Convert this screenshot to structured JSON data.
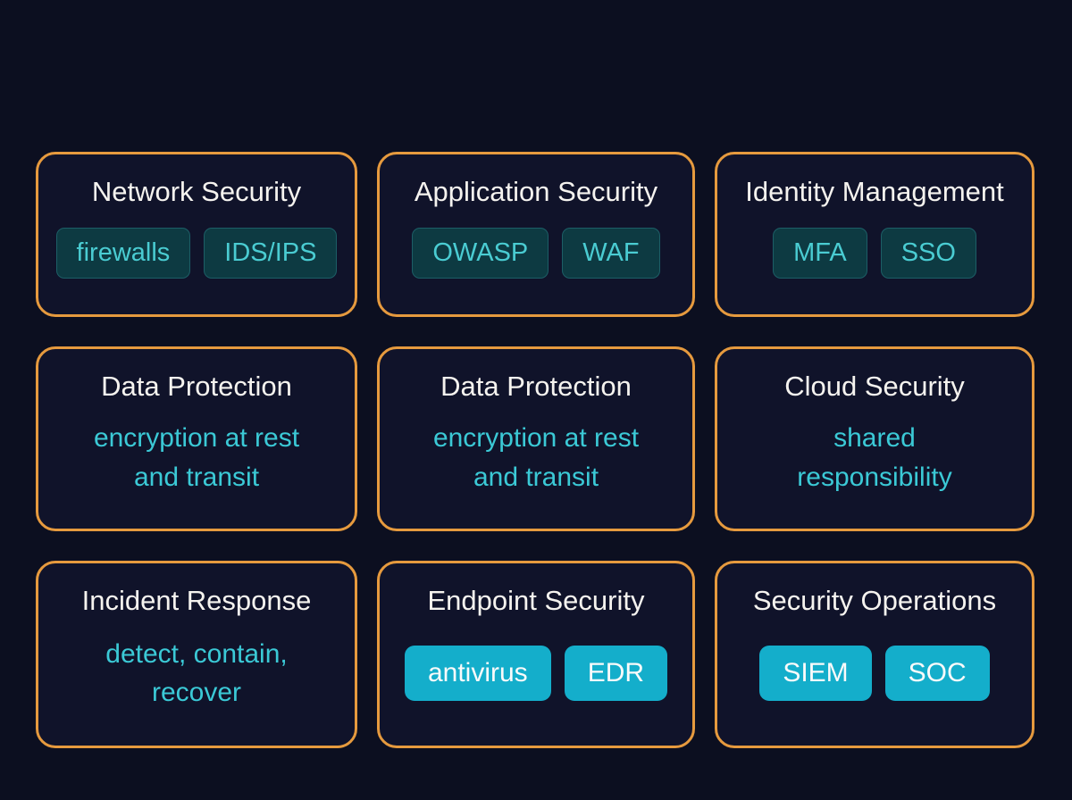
{
  "theme": {
    "page_bg": "#0c0f20",
    "card_bg": "#10132a",
    "card_border": "#e69a3e",
    "title_color": "#f5f3ef",
    "cyan_text": "#3bc9d6",
    "dark_tag_bg": "#0d3a42",
    "dark_tag_text": "#4accd2",
    "bright_tag_bg": "#14aecb",
    "bright_tag_text": "#fafafa"
  },
  "cards": [
    {
      "title": "Network Security",
      "type": "tags",
      "tag_style": "dark",
      "tags": [
        "firewalls",
        "IDS/IPS"
      ]
    },
    {
      "title": "Application Security",
      "type": "tags",
      "tag_style": "dark",
      "tags": [
        "OWASP",
        "WAF"
      ]
    },
    {
      "title": "Identity Management",
      "type": "tags",
      "tag_style": "dark",
      "tags": [
        "MFA",
        "SSO"
      ]
    },
    {
      "title": "Data Protection",
      "type": "text",
      "text": "encryption at rest and transit"
    },
    {
      "title": "Data Protection",
      "type": "text",
      "text": "encryption at rest and transit"
    },
    {
      "title": "Cloud Security",
      "type": "text",
      "text": "shared responsibility"
    },
    {
      "title": "Incident Response",
      "type": "text",
      "text": "detect, contain, recover"
    },
    {
      "title": "Endpoint Security",
      "type": "tags",
      "tag_style": "bright",
      "tags": [
        "antivirus",
        "EDR"
      ]
    },
    {
      "title": "Security Operations",
      "type": "tags",
      "tag_style": "bright",
      "tags": [
        "SIEM",
        "SOC"
      ]
    }
  ]
}
